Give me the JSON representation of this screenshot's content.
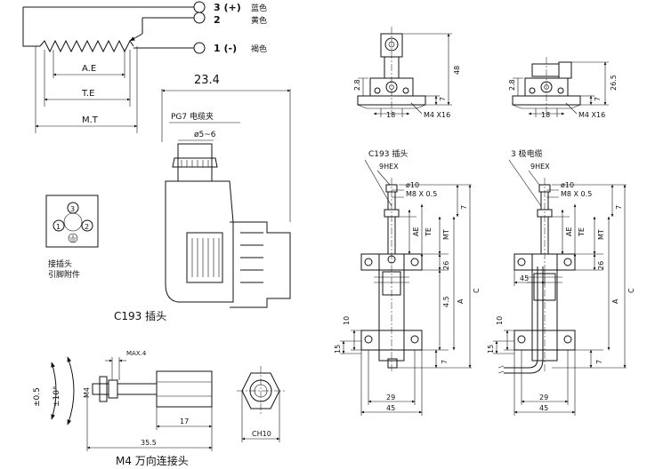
{
  "wiring": {
    "terminals": [
      {
        "id": "3 (+)",
        "color": "蓝色"
      },
      {
        "id": "2",
        "color": "黄色"
      },
      {
        "id": "1 (-)",
        "color": "褐色"
      }
    ],
    "dims": {
      "ae": "A.E",
      "te": "T.E",
      "mt": "M.T"
    }
  },
  "connector": {
    "top_dim": "23.4",
    "cable_clamp": "PG7 电缆夹",
    "cable_dia": "ø5~6",
    "title": "C193 插头",
    "pins": {
      "p1": "1",
      "p2": "2",
      "p3": "3"
    },
    "pin_label_line1": "接插头",
    "pin_label_line2": "引脚附件"
  },
  "joint": {
    "title": "M4 万向连接头",
    "dims": {
      "tilt": "±0.5",
      "angle": "±10°",
      "thread": "M4",
      "max": "MAX.4",
      "len_17": "17",
      "len_total": "35.5",
      "hex": "CH10"
    }
  },
  "top_views": {
    "left": {
      "d28": "2.8",
      "d48": "48",
      "d7": "7",
      "d18": "18",
      "bolt": "M4 X16"
    },
    "right": {
      "d28": "2.8",
      "d265": "26.5",
      "d7": "7",
      "d18": "18",
      "bolt": "M4 X16"
    }
  },
  "side_views": {
    "left": {
      "title": "C193 插头",
      "hex": "9HEX",
      "rod": "ø10",
      "thread": "M8 X 0.5",
      "dims": {
        "d7": "7",
        "ae": "AE",
        "te": "TE",
        "mt": "MT",
        "d26": "26",
        "d45a": "4.5",
        "a": "A",
        "c": "C",
        "d10": "10",
        "d15": "15",
        "d7b": "7",
        "d29": "29",
        "d45": "45"
      }
    },
    "right": {
      "title": "3 极电缆",
      "hex": "9HEX",
      "rod": "ø10",
      "thread": "M8 X 0.5",
      "dims": {
        "d7": "7",
        "ae": "AE",
        "te": "TE",
        "mt": "MT",
        "d26": "26",
        "d45s": "45",
        "a": "A",
        "c": "C",
        "d10": "10",
        "d15": "15",
        "d7b": "7",
        "d29": "29",
        "d45": "45"
      }
    }
  }
}
